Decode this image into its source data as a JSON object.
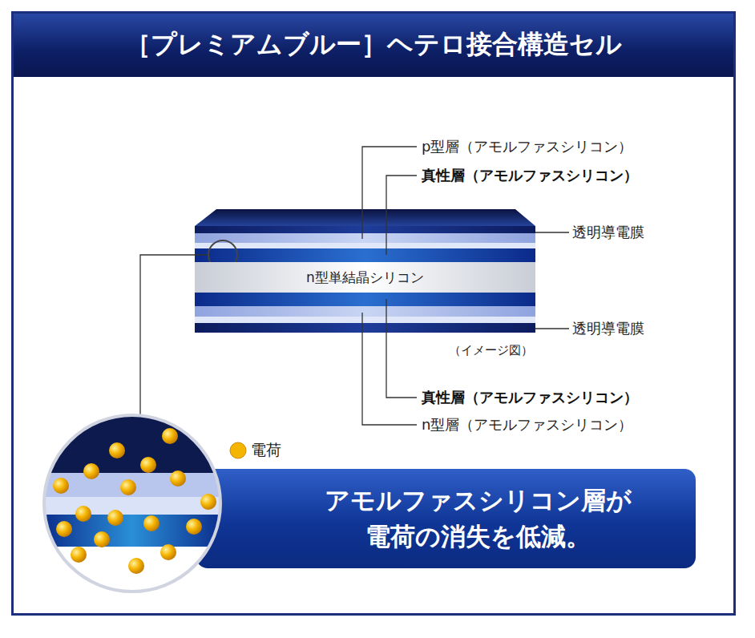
{
  "diagram": {
    "title": "［プレミアムブルー］ヘテロ接合構造セル",
    "nodes": [
      {
        "text": [
          "n型単結晶シリコン"
        ]
      },
      {
        "text": [
          "アモルファスシリコン層が 電荷の消失を低減。"
        ]
      }
    ],
    "labels": [
      "p型層（アモルファスシリコン）",
      "真性層（アモルファスシリコン）",
      "透明導電膜",
      "透明導電膜",
      "（イメージ図）",
      "真性層（アモルファスシリコン）",
      "n型層（アモルファスシリコン）"
    ],
    "legend": [
      {
        "text": "電荷",
        "color": "#f5b400"
      }
    ]
  }
}
